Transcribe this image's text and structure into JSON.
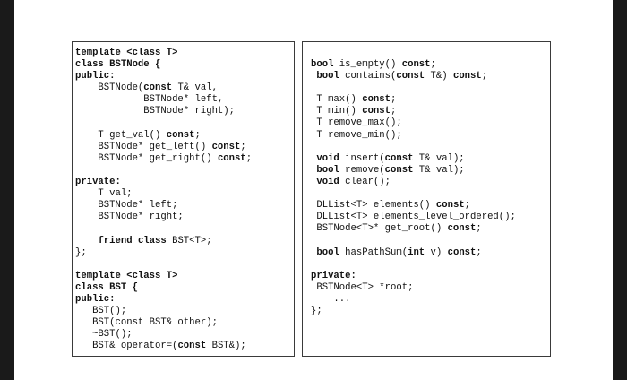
{
  "left_panel": {
    "lines": [
      [
        {
          "t": "template <class T>",
          "b": true
        }
      ],
      [
        {
          "t": "class BSTNode {",
          "b": true
        }
      ],
      [
        {
          "t": "public:",
          "b": true
        }
      ],
      [
        {
          "t": "    BSTNode("
        },
        {
          "t": "const",
          "b": true
        },
        {
          "t": " T& val,"
        }
      ],
      [
        {
          "t": "            BSTNode* left,"
        }
      ],
      [
        {
          "t": "            BSTNode* right);"
        }
      ],
      [
        {
          "t": ""
        }
      ],
      [
        {
          "t": "    T get_val() "
        },
        {
          "t": "const",
          "b": true
        },
        {
          "t": ";"
        }
      ],
      [
        {
          "t": "    BSTNode* get_left() "
        },
        {
          "t": "const",
          "b": true
        },
        {
          "t": ";"
        }
      ],
      [
        {
          "t": "    BSTNode* get_right() "
        },
        {
          "t": "const",
          "b": true
        },
        {
          "t": ";"
        }
      ],
      [
        {
          "t": ""
        }
      ],
      [
        {
          "t": "private:",
          "b": true
        }
      ],
      [
        {
          "t": "    T val;"
        }
      ],
      [
        {
          "t": "    BSTNode* left;"
        }
      ],
      [
        {
          "t": "    BSTNode* right;"
        }
      ],
      [
        {
          "t": ""
        }
      ],
      [
        {
          "t": "    "
        },
        {
          "t": "friend class",
          "b": true
        },
        {
          "t": " BST<T>;"
        }
      ],
      [
        {
          "t": "};"
        }
      ],
      [
        {
          "t": ""
        }
      ],
      [
        {
          "t": "template <class T>",
          "b": true
        }
      ],
      [
        {
          "t": "class BST {",
          "b": true
        }
      ],
      [
        {
          "t": "public:",
          "b": true
        }
      ],
      [
        {
          "t": "   BST();"
        }
      ],
      [
        {
          "t": "   BST(const BST& other);"
        }
      ],
      [
        {
          "t": "   ~BST();"
        }
      ],
      [
        {
          "t": "   BST& operator=("
        },
        {
          "t": "const",
          "b": true
        },
        {
          "t": " BST&);"
        }
      ]
    ]
  },
  "right_panel": {
    "lines": [
      [
        {
          "t": "bool",
          "b": true
        },
        {
          "t": " is_empty() "
        },
        {
          "t": "const",
          "b": true
        },
        {
          "t": ";"
        }
      ],
      [
        {
          "t": " "
        },
        {
          "t": "bool",
          "b": true
        },
        {
          "t": " contains("
        },
        {
          "t": "const",
          "b": true
        },
        {
          "t": " T&) "
        },
        {
          "t": "const",
          "b": true
        },
        {
          "t": ";"
        }
      ],
      [
        {
          "t": ""
        }
      ],
      [
        {
          "t": " T max() "
        },
        {
          "t": "const",
          "b": true
        },
        {
          "t": ";"
        }
      ],
      [
        {
          "t": " T min() "
        },
        {
          "t": "const",
          "b": true
        },
        {
          "t": ";"
        }
      ],
      [
        {
          "t": " T remove_max();"
        }
      ],
      [
        {
          "t": " T remove_min();"
        }
      ],
      [
        {
          "t": ""
        }
      ],
      [
        {
          "t": " "
        },
        {
          "t": "void",
          "b": true
        },
        {
          "t": " insert("
        },
        {
          "t": "const",
          "b": true
        },
        {
          "t": " T& val);"
        }
      ],
      [
        {
          "t": " "
        },
        {
          "t": "bool",
          "b": true
        },
        {
          "t": " remove("
        },
        {
          "t": "const",
          "b": true
        },
        {
          "t": " T& val);"
        }
      ],
      [
        {
          "t": " "
        },
        {
          "t": "void",
          "b": true
        },
        {
          "t": " clear();"
        }
      ],
      [
        {
          "t": ""
        }
      ],
      [
        {
          "t": " DLList<T> elements() "
        },
        {
          "t": "const",
          "b": true
        },
        {
          "t": ";"
        }
      ],
      [
        {
          "t": " DLList<T> elements_level_ordered();"
        }
      ],
      [
        {
          "t": " BSTNode<T>* get_root() "
        },
        {
          "t": "const",
          "b": true
        },
        {
          "t": ";"
        }
      ],
      [
        {
          "t": ""
        }
      ],
      [
        {
          "t": " "
        },
        {
          "t": "bool",
          "b": true
        },
        {
          "t": " hasPathSum("
        },
        {
          "t": "int",
          "b": true
        },
        {
          "t": " v) "
        },
        {
          "t": "const",
          "b": true
        },
        {
          "t": ";"
        }
      ],
      [
        {
          "t": ""
        }
      ],
      [
        {
          "t": "private:",
          "b": true
        }
      ],
      [
        {
          "t": " BSTNode<T> *root;"
        }
      ],
      [
        {
          "t": "    ..."
        }
      ],
      [
        {
          "t": "};"
        }
      ]
    ]
  }
}
